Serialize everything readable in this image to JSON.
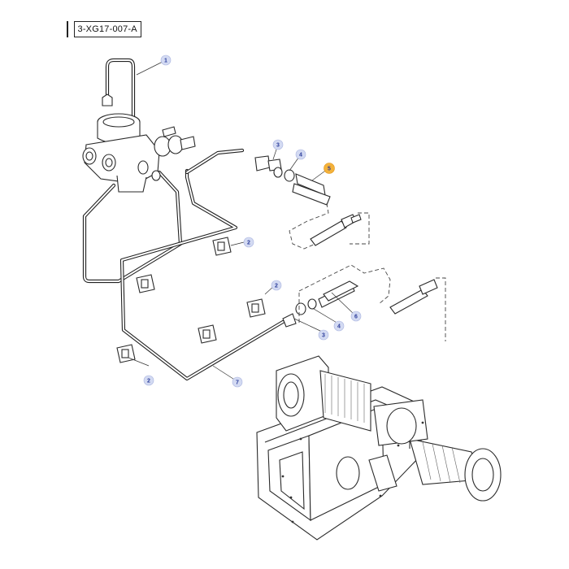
{
  "reference": {
    "code": "3-XG17-007-A"
  },
  "callouts": [
    {
      "num": "1",
      "highlighted": false
    },
    {
      "num": "2",
      "highlighted": false
    },
    {
      "num": "2",
      "highlighted": false
    },
    {
      "num": "2",
      "highlighted": false
    },
    {
      "num": "3",
      "highlighted": false
    },
    {
      "num": "4",
      "highlighted": false
    },
    {
      "num": "5",
      "highlighted": true
    },
    {
      "num": "3",
      "highlighted": false
    },
    {
      "num": "4",
      "highlighted": false
    },
    {
      "num": "6",
      "highlighted": false
    },
    {
      "num": "7",
      "highlighted": false
    }
  ],
  "colors": {
    "callout_text": "#2a3c9a",
    "callout_fill": "#d3daf2",
    "highlight_fill": "#f4b23a",
    "line": "#222222"
  }
}
